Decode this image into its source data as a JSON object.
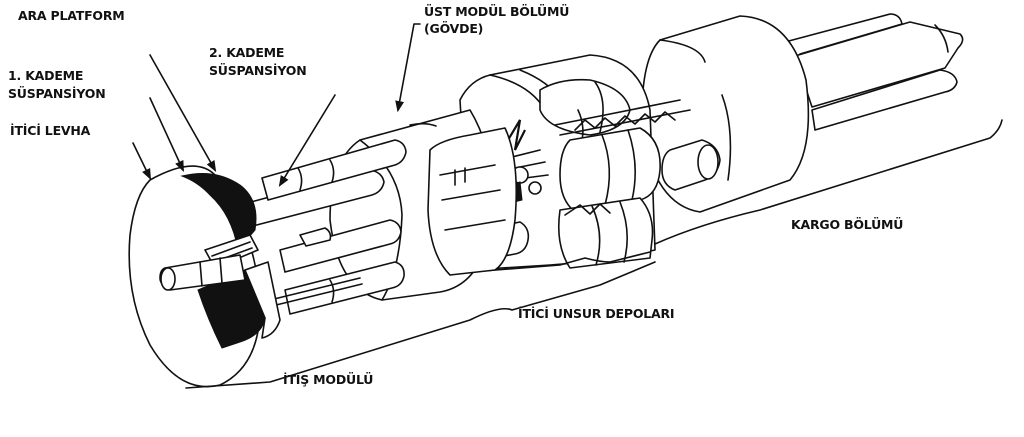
{
  "diagram": {
    "title": "",
    "labels": {
      "ara_platform": "ARA PLATFORM",
      "kademe1_line1": "1. KADEME",
      "kademe1_line2": "SÜSPANSİYON",
      "itici_levha": "İTİCİ LEVHA",
      "kademe2_line1": "2. KADEME",
      "kademe2_line2": "SÜSPANSİYON",
      "ust_modul_line1": "ÜST MODÜL BÖLÜMÜ",
      "ust_modul_line2": "(GÖVDE)",
      "kargo": "KARGO BÖLÜMÜ",
      "itici_unsur": "İTİCİ UNSUR DEPOLARI",
      "itis_modulu": "İTİŞ MODÜLÜ"
    },
    "components": [
      "pusher-plate",
      "intermediate-platform",
      "first-stage-suspension",
      "second-stage-suspension",
      "upper-module-body",
      "propellant-tanks",
      "cargo-section",
      "propulsion-module"
    ],
    "colors": {
      "ink": "#111111",
      "background": "#ffffff"
    }
  }
}
